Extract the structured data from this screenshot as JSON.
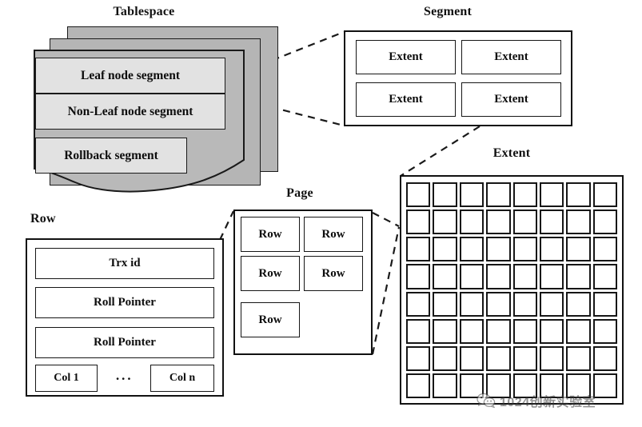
{
  "diagram": {
    "title_tablespace": "Tablespace",
    "title_segment": "Segment",
    "title_extent": "Extent",
    "title_page": "Page",
    "title_row": "Row"
  },
  "tablespace": {
    "label": "Tablespace",
    "segments": [
      {
        "label": "Leaf node segment"
      },
      {
        "label": "Non-Leaf node segment"
      },
      {
        "label": "Rollback segment"
      }
    ],
    "sheet_count": 3,
    "fill_color": "#b5b5b5",
    "segment_fill_color": "#e2e2e2"
  },
  "segment": {
    "label": "Segment",
    "extents": [
      {
        "label": "Extent"
      },
      {
        "label": "Extent"
      },
      {
        "label": "Extent"
      },
      {
        "label": "Extent"
      }
    ]
  },
  "extent": {
    "label": "Extent",
    "grid_rows": 8,
    "grid_cols": 8,
    "page_count": 64
  },
  "page": {
    "label": "Page",
    "rows": [
      {
        "label": "Row"
      },
      {
        "label": "Row"
      },
      {
        "label": "Row"
      },
      {
        "label": "Row"
      },
      {
        "label": "Row"
      }
    ]
  },
  "row": {
    "label": "Row",
    "fields": [
      {
        "label": "Trx id"
      },
      {
        "label": "Roll Pointer"
      },
      {
        "label": "Roll Pointer"
      }
    ],
    "columns": {
      "first": "Col 1",
      "ellipsis": "···",
      "last": "Col n"
    }
  },
  "watermark": {
    "text": "1024创新实验室",
    "icon": "wechat-icon"
  },
  "colors": {
    "stroke": "#111111",
    "sheet_fill": "#b5b5b5",
    "segment_fill": "#e2e2e2",
    "background": "#ffffff"
  }
}
